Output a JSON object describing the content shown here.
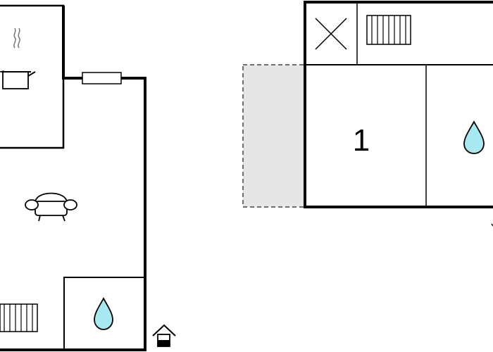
{
  "plan": {
    "rooms": [
      {
        "id": "left-kitchen",
        "label": ""
      },
      {
        "id": "left-living",
        "label": ""
      },
      {
        "id": "left-bathroom",
        "label": ""
      },
      {
        "id": "right-storage",
        "label": ""
      },
      {
        "id": "right-radiator-room",
        "label": ""
      },
      {
        "id": "right-bedroom",
        "label": "1"
      },
      {
        "id": "right-bathroom",
        "label": ""
      },
      {
        "id": "right-terrace",
        "label": ""
      }
    ],
    "icons": {
      "kitchen": "cooking-pot-icon",
      "living": "sofa-icon",
      "bathroom": "water-drop-icon",
      "heating": "radiator-icon",
      "storage": "cross-icon",
      "entrance": "entrance-house-icon"
    },
    "colors": {
      "wall": "#000000",
      "water": "#a8e8f0",
      "terrace": "#e6e6e6",
      "terrace_border": "#444444",
      "entrance_fill": "#000000"
    }
  }
}
